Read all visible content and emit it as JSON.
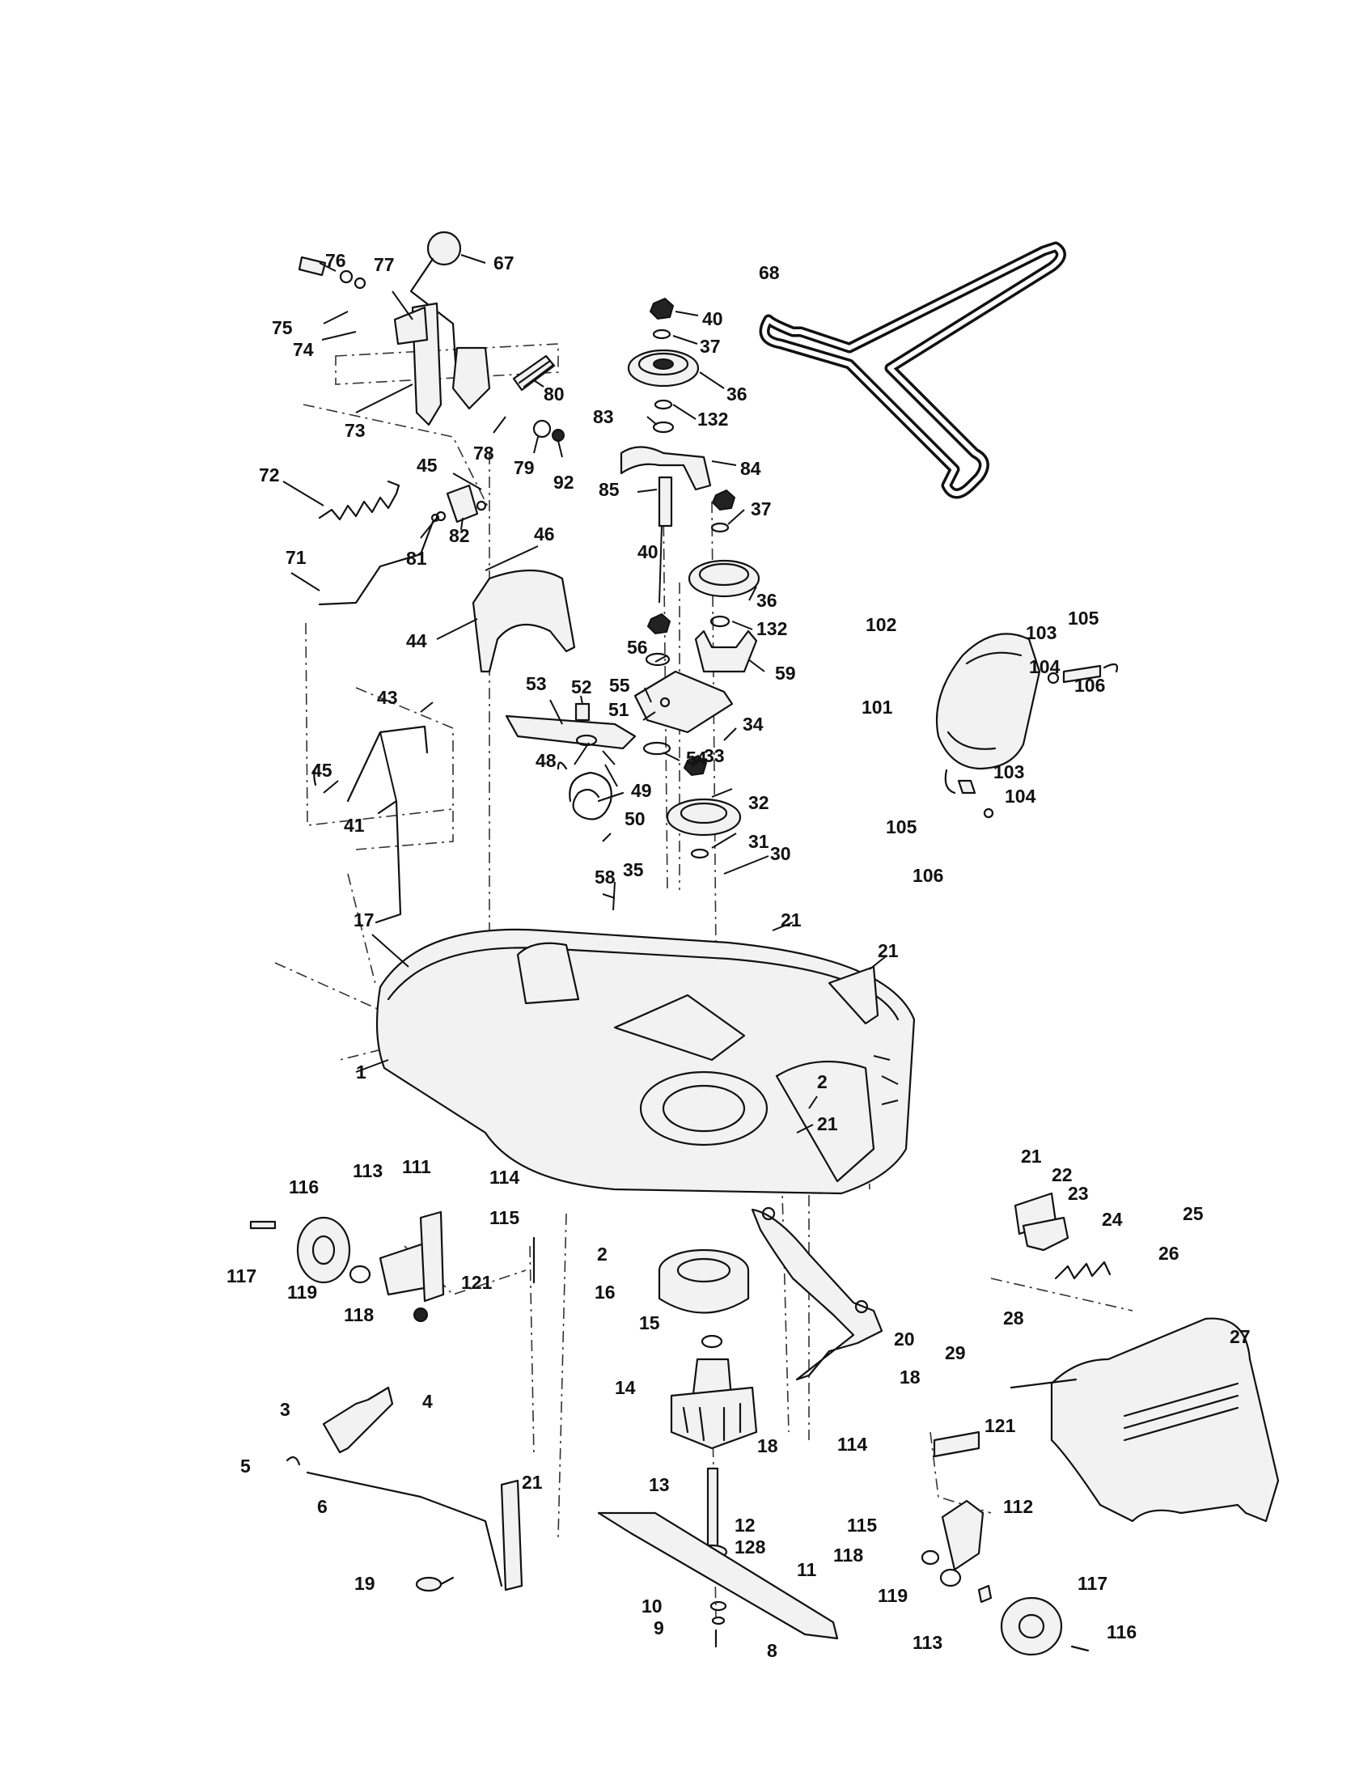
{
  "diagram": {
    "type": "exploded-parts-diagram",
    "colors": {
      "ink": "#111111",
      "paper": "#ffffff"
    },
    "callouts": [
      "67",
      "68",
      "76",
      "77",
      "75",
      "74",
      "73",
      "78",
      "79",
      "80",
      "92",
      "40",
      "37",
      "36",
      "83",
      "132",
      "84",
      "85",
      "37",
      "40",
      "36",
      "132",
      "72",
      "45",
      "81",
      "82",
      "46",
      "71",
      "44",
      "56",
      "55",
      "59",
      "53",
      "52",
      "51",
      "34",
      "48",
      "54",
      "33",
      "49",
      "50",
      "32",
      "31",
      "58",
      "30",
      "35",
      "43",
      "45",
      "41",
      "17",
      "21",
      "21",
      "2",
      "21",
      "1",
      "102",
      "103",
      "105",
      "101",
      "104",
      "106",
      "103",
      "104",
      "105",
      "106",
      "116",
      "113",
      "111",
      "114",
      "115",
      "117",
      "119",
      "121",
      "118",
      "2",
      "16",
      "15",
      "14",
      "18",
      "18",
      "20",
      "13",
      "12",
      "128",
      "11",
      "10",
      "9",
      "8",
      "3",
      "4",
      "5",
      "6",
      "21",
      "19",
      "21",
      "22",
      "23",
      "24",
      "25",
      "26",
      "27",
      "28",
      "29",
      "114",
      "121",
      "115",
      "112",
      "118",
      "119",
      "117",
      "113",
      "116"
    ]
  }
}
